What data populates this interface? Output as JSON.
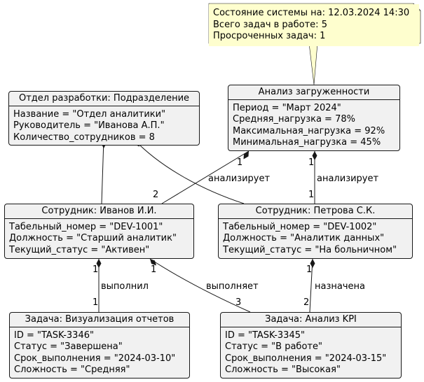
{
  "note": {
    "lines": [
      "Состояние системы на: 12.03.2024 14:30",
      "Всего задач в работе: 5",
      "Просроченных задач: 1"
    ]
  },
  "objects": {
    "department": {
      "title": "Отдел разработки: Подразделение",
      "fields": [
        "Название = \"Отдел аналитики\"",
        "Руководитель = \"Иванова А.П.\"",
        "Количество_сотрудников = 8"
      ]
    },
    "workload": {
      "title": "Анализ загруженности",
      "fields": [
        "Период = \"Март 2024\"",
        "Средняя_нагрузка = 78%",
        "Максимальная_нагрузка = 92%",
        "Минимальная_нагрузка = 45%"
      ]
    },
    "ivanov": {
      "title": "Сотрудник: Иванов И.И.",
      "fields": [
        "Табельный_номер = \"DEV-1001\"",
        "Должность = \"Старший аналитик\"",
        "Текущий_статус = \"Активен\""
      ]
    },
    "petrova": {
      "title": "Сотрудник: Петрова С.К.",
      "fields": [
        "Табельный_номер = \"DEV-1002\"",
        "Должность = \"Аналитик данных\"",
        "Текущий_статус = \"На больничном\""
      ]
    },
    "task_viz": {
      "title": "Задача: Визуализация отчетов",
      "fields": [
        "ID = \"TASK-3346\"",
        "Статус = \"Завершена\"",
        "Срок_выполнения = \"2024-03-10\"",
        "Сложность = \"Средняя\""
      ]
    },
    "task_kpi": {
      "title": "Задача: Анализ KPI",
      "fields": [
        "ID = \"TASK-3345\"",
        "Статус = \"В работе\"",
        "Срок_выполнения = \"2024-03-15\"",
        "Сложность = \"Высокая\""
      ]
    }
  },
  "links": {
    "workload_ivanov": {
      "label": "анализирует",
      "from_mult": "1",
      "to_mult": "2"
    },
    "workload_petrova": {
      "label": "анализирует",
      "from_mult": "1",
      "to_mult": "1"
    },
    "ivanov_viz": {
      "label": "выполнил",
      "from_mult": "1",
      "to_mult": "1"
    },
    "ivanov_kpi": {
      "label": "выполняет",
      "from_mult": "1",
      "to_mult": "3"
    },
    "petrova_kpi": {
      "label": "назначена",
      "from_mult": "1",
      "to_mult": "2"
    }
  },
  "colors": {
    "object_fill": "#f1f1f1",
    "note_fill": "#fefece",
    "line": "#181818"
  }
}
